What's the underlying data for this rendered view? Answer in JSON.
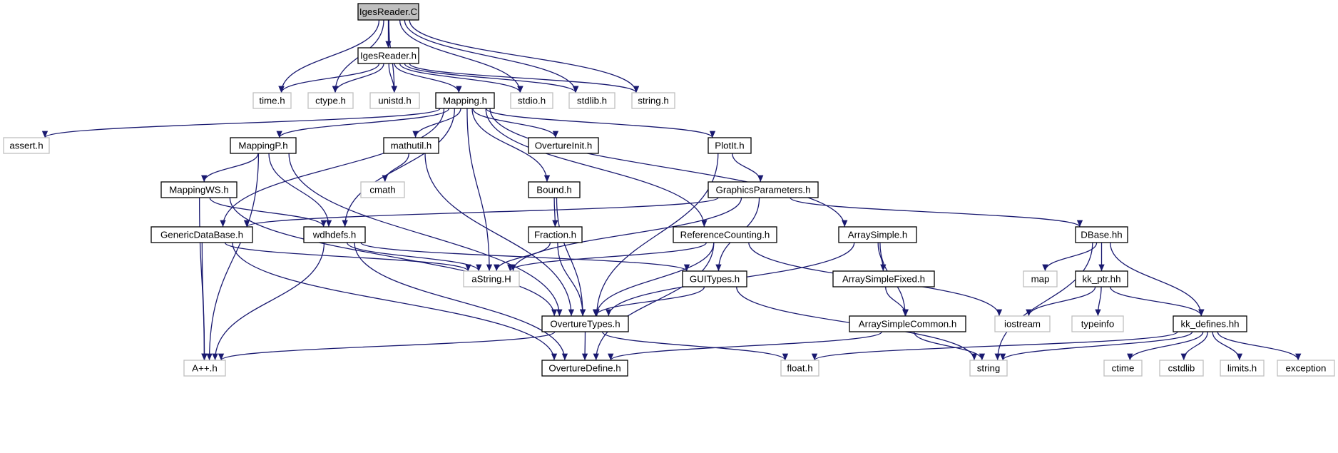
{
  "colors": {
    "edge": "#191970",
    "node_border_documented": "#000000",
    "node_border_external": "#bfbfbf",
    "node_fill": "#ffffff",
    "root_fill": "#bfbfbf"
  },
  "nodes": [
    {
      "id": "igesreader_c",
      "label": "IgesReader.C",
      "kind": "root"
    },
    {
      "id": "igesreader_h",
      "label": "IgesReader.h",
      "kind": "documented"
    },
    {
      "id": "time_h",
      "label": "time.h",
      "kind": "external"
    },
    {
      "id": "ctype_h",
      "label": "ctype.h",
      "kind": "external"
    },
    {
      "id": "unistd_h",
      "label": "unistd.h",
      "kind": "external"
    },
    {
      "id": "mapping_h",
      "label": "Mapping.h",
      "kind": "documented"
    },
    {
      "id": "stdio_h",
      "label": "stdio.h",
      "kind": "external"
    },
    {
      "id": "stdlib_h",
      "label": "stdlib.h",
      "kind": "external"
    },
    {
      "id": "string_h",
      "label": "string.h",
      "kind": "external"
    },
    {
      "id": "assert_h",
      "label": "assert.h",
      "kind": "external"
    },
    {
      "id": "mappingp_h",
      "label": "MappingP.h",
      "kind": "documented"
    },
    {
      "id": "mathutil_h",
      "label": "mathutil.h",
      "kind": "documented"
    },
    {
      "id": "overtureinit_h",
      "label": "OvertureInit.h",
      "kind": "documented"
    },
    {
      "id": "plotit_h",
      "label": "PlotIt.h",
      "kind": "documented"
    },
    {
      "id": "mappingws_h",
      "label": "MappingWS.h",
      "kind": "documented"
    },
    {
      "id": "cmath",
      "label": "cmath",
      "kind": "external"
    },
    {
      "id": "bound_h",
      "label": "Bound.h",
      "kind": "documented"
    },
    {
      "id": "graphicsparameters_h",
      "label": "GraphicsParameters.h",
      "kind": "documented"
    },
    {
      "id": "genericdatabase_h",
      "label": "GenericDataBase.h",
      "kind": "documented"
    },
    {
      "id": "wdhdefs_h",
      "label": "wdhdefs.h",
      "kind": "documented"
    },
    {
      "id": "fraction_h",
      "label": "Fraction.h",
      "kind": "documented"
    },
    {
      "id": "referencecounting_h",
      "label": "ReferenceCounting.h",
      "kind": "documented"
    },
    {
      "id": "arraysimple_h",
      "label": "ArraySimple.h",
      "kind": "documented"
    },
    {
      "id": "dbase_hh",
      "label": "DBase.hh",
      "kind": "documented"
    },
    {
      "id": "astring_h",
      "label": "aString.H",
      "kind": "external"
    },
    {
      "id": "guitypes_h",
      "label": "GUITypes.h",
      "kind": "documented"
    },
    {
      "id": "arraysimplefixed_h",
      "label": "ArraySimpleFixed.h",
      "kind": "documented"
    },
    {
      "id": "map",
      "label": "map",
      "kind": "external"
    },
    {
      "id": "kk_ptr_hh",
      "label": "kk_ptr.hh",
      "kind": "documented"
    },
    {
      "id": "overturetypes_h",
      "label": "OvertureTypes.h",
      "kind": "documented"
    },
    {
      "id": "arraysimplecommon_h",
      "label": "ArraySimpleCommon.h",
      "kind": "documented"
    },
    {
      "id": "iostream",
      "label": "iostream",
      "kind": "external"
    },
    {
      "id": "typeinfo",
      "label": "typeinfo",
      "kind": "external"
    },
    {
      "id": "kk_defines_hh",
      "label": "kk_defines.hh",
      "kind": "documented"
    },
    {
      "id": "app_h",
      "label": "A++.h",
      "kind": "external"
    },
    {
      "id": "overturedefine_h",
      "label": "OvertureDefine.h",
      "kind": "documented"
    },
    {
      "id": "float_h",
      "label": "float.h",
      "kind": "external"
    },
    {
      "id": "string",
      "label": "string",
      "kind": "external"
    },
    {
      "id": "ctime",
      "label": "ctime",
      "kind": "external"
    },
    {
      "id": "cstdlib",
      "label": "cstdlib",
      "kind": "external"
    },
    {
      "id": "limits_h",
      "label": "limits.h",
      "kind": "external"
    },
    {
      "id": "exception",
      "label": "exception",
      "kind": "external"
    }
  ],
  "edges": [
    [
      "igesreader_c",
      "igesreader_h"
    ],
    [
      "igesreader_c",
      "time_h"
    ],
    [
      "igesreader_c",
      "ctype_h"
    ],
    [
      "igesreader_c",
      "unistd_h"
    ],
    [
      "igesreader_c",
      "stdio_h"
    ],
    [
      "igesreader_c",
      "stdlib_h"
    ],
    [
      "igesreader_c",
      "string_h"
    ],
    [
      "igesreader_h",
      "time_h"
    ],
    [
      "igesreader_h",
      "ctype_h"
    ],
    [
      "igesreader_h",
      "unistd_h"
    ],
    [
      "igesreader_h",
      "mapping_h"
    ],
    [
      "igesreader_h",
      "stdio_h"
    ],
    [
      "igesreader_h",
      "stdlib_h"
    ],
    [
      "igesreader_h",
      "string_h"
    ],
    [
      "mapping_h",
      "assert_h"
    ],
    [
      "mapping_h",
      "mappingp_h"
    ],
    [
      "mapping_h",
      "genericdatabase_h"
    ],
    [
      "mapping_h",
      "wdhdefs_h"
    ],
    [
      "mapping_h",
      "mathutil_h"
    ],
    [
      "mapping_h",
      "astring_h"
    ],
    [
      "mapping_h",
      "bound_h"
    ],
    [
      "mapping_h",
      "overtureinit_h"
    ],
    [
      "mapping_h",
      "referencecounting_h"
    ],
    [
      "mapping_h",
      "plotit_h"
    ],
    [
      "mapping_h",
      "arraysimple_h"
    ],
    [
      "mappingp_h",
      "mappingws_h"
    ],
    [
      "mappingp_h",
      "wdhdefs_h"
    ],
    [
      "mappingp_h",
      "overturetypes_h"
    ],
    [
      "mappingp_h",
      "app_h"
    ],
    [
      "mappingws_h",
      "wdhdefs_h"
    ],
    [
      "mappingws_h",
      "overturetypes_h"
    ],
    [
      "mappingws_h",
      "app_h"
    ],
    [
      "mathutil_h",
      "cmath"
    ],
    [
      "mathutil_h",
      "overturetypes_h"
    ],
    [
      "plotit_h",
      "graphicsparameters_h"
    ],
    [
      "plotit_h",
      "overturetypes_h"
    ],
    [
      "graphicsparameters_h",
      "genericdatabase_h"
    ],
    [
      "graphicsparameters_h",
      "astring_h"
    ],
    [
      "graphicsparameters_h",
      "guitypes_h"
    ],
    [
      "graphicsparameters_h",
      "dbase_hh"
    ],
    [
      "bound_h",
      "fraction_h"
    ],
    [
      "bound_h",
      "overturetypes_h"
    ],
    [
      "fraction_h",
      "astring_h"
    ],
    [
      "fraction_h",
      "overturetypes_h"
    ],
    [
      "genericdatabase_h",
      "astring_h"
    ],
    [
      "genericdatabase_h",
      "app_h"
    ],
    [
      "genericdatabase_h",
      "overturedefine_h"
    ],
    [
      "wdhdefs_h",
      "astring_h"
    ],
    [
      "wdhdefs_h",
      "guitypes_h"
    ],
    [
      "wdhdefs_h",
      "app_h"
    ],
    [
      "wdhdefs_h",
      "overturedefine_h"
    ],
    [
      "referencecounting_h",
      "astring_h"
    ],
    [
      "referencecounting_h",
      "overturetypes_h"
    ],
    [
      "referencecounting_h",
      "overturedefine_h"
    ],
    [
      "referencecounting_h",
      "iostream"
    ],
    [
      "arraysimple_h",
      "overturetypes_h"
    ],
    [
      "arraysimple_h",
      "arraysimplefixed_h"
    ],
    [
      "arraysimple_h",
      "arraysimplecommon_h"
    ],
    [
      "arraysimplefixed_h",
      "arraysimplecommon_h"
    ],
    [
      "arraysimplecommon_h",
      "overturedefine_h"
    ],
    [
      "arraysimplecommon_h",
      "string"
    ],
    [
      "guitypes_h",
      "overturetypes_h"
    ],
    [
      "guitypes_h",
      "string"
    ],
    [
      "overturetypes_h",
      "app_h"
    ],
    [
      "overturetypes_h",
      "overturedefine_h"
    ],
    [
      "overturetypes_h",
      "float_h"
    ],
    [
      "dbase_hh",
      "map"
    ],
    [
      "dbase_hh",
      "kk_ptr_hh"
    ],
    [
      "dbase_hh",
      "kk_defines_hh"
    ],
    [
      "dbase_hh",
      "string"
    ],
    [
      "kk_ptr_hh",
      "iostream"
    ],
    [
      "kk_ptr_hh",
      "typeinfo"
    ],
    [
      "kk_ptr_hh",
      "kk_defines_hh"
    ],
    [
      "kk_defines_hh",
      "float_h"
    ],
    [
      "kk_defines_hh",
      "string"
    ],
    [
      "kk_defines_hh",
      "ctime"
    ],
    [
      "kk_defines_hh",
      "cstdlib"
    ],
    [
      "kk_defines_hh",
      "limits_h"
    ],
    [
      "kk_defines_hh",
      "exception"
    ]
  ]
}
